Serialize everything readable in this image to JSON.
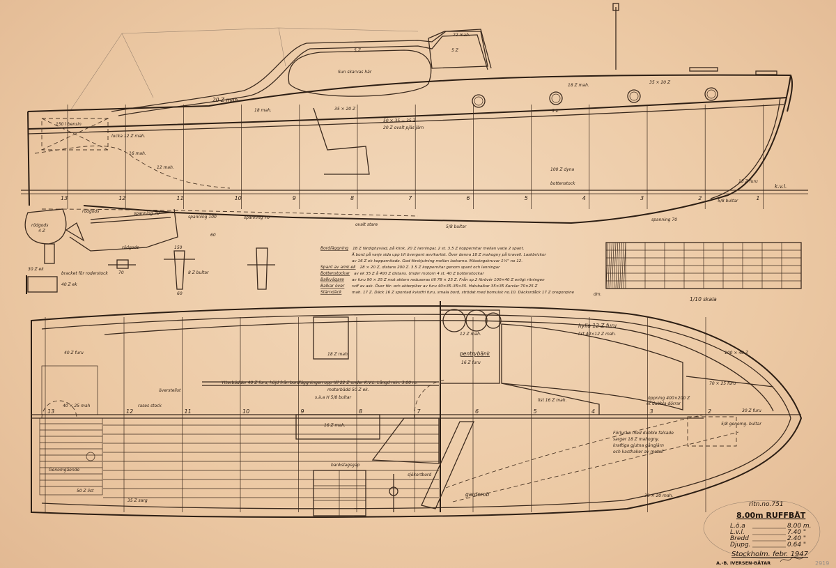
{
  "title_block": {
    "drawing_no": "ritn.no.751",
    "title": "8.00m RUFFBÅT",
    "specs": [
      {
        "label": "L.ö.a",
        "value": "8.00 m."
      },
      {
        "label": "L.v.l.",
        "value": "7.40 \""
      },
      {
        "label": "Bredd",
        "value": "2.40 \""
      },
      {
        "label": "Djupg.",
        "value": "0.64 \""
      }
    ],
    "place_date": "Stockholm. febr. 1947",
    "company": "A.-B. IVERSEN-BÅTAR",
    "archive_no": "2919"
  },
  "scale_label": "1/10 skala",
  "scale_unit": "dm.",
  "spec_notes": [
    {
      "head": "Bordläggning",
      "text": "18 Z färdighyvlad, på klink, 20 Z lanningar, 2 st. 3.5 Z koppernitar mellan varje 2 spant."
    },
    {
      "head": "",
      "text": "Ä bord på varje sida upp till övergent avvikarlist. Över denna 18 Z mahogny på kravell. Laskbrickor"
    },
    {
      "head": "",
      "text": "av 16 Z ek kopparnitade. God förskjutning mellan laskarna. Mässingskruvar 1½\" no 12."
    },
    {
      "head": "Spant av amk.ek",
      "text": "28 × 20 Z, distans 200 Z. 3.5 Z koppernitar genom spant och lanningar"
    },
    {
      "head": "Bottenstockar",
      "text": "av ek 35 Z å 400 Z distans. Under motorn 4 st. 40 Z bottenstockar"
    },
    {
      "head": "Balkvägare",
      "text": "av furu 90 × 25 Z mot aktern reduseras till 78 × 25 Z. Från sp.2 förövér 100×40 Z enligt ritningen"
    },
    {
      "head": "Balkar över",
      "text": "ruff av ask. Över för- och akterpiker av furu 40×35–35×35. Halvbalkar 35×35 Karvlar 70×25 Z"
    },
    {
      "head": "Stärndäck",
      "text": "mah. 17 Z. Däck 16 Z spontad kvistfri furu, smala bord, strödat med bomulsk no.10. Däcksrdåck 17 Z oregonpine"
    }
  ],
  "profile_labels": {
    "cabin_top": "20 Z mah.",
    "window": "5 Z",
    "window_note": "Sun skarvas här",
    "windshield": "22 mah.",
    "windshield_glass": "5 Z",
    "sheer_mah": "18 mah.",
    "rail": "35 × 20 Z",
    "rail2": "18 Z mah.",
    "strake": "50 × 35 − 35 Z",
    "strake2": "20 Z ovalt pjäs järn",
    "porthole": "5 Z",
    "deck_rim": "35 × 20 Z",
    "benzin": "150 l bensin",
    "lucka": "lucka 12 Z mah.",
    "mah16": "16 mah.",
    "mah12": "12 mah.",
    "dyna": "100 Z dyna",
    "bottenstock": "bottenstock",
    "furu": "13 Z furu",
    "kvl": "k.v.l.",
    "rodpads": "rödgods",
    "rodpads2": "4 Z",
    "rodpads3": "rödgods",
    "spanning1": "spanning 70",
    "spanning2": "spanning 100",
    "spanning3": "spanning 70",
    "spanning4": "spanning 70",
    "keel_bottom": "rödgods",
    "bultar": "5/8 bultar",
    "bultar2": "5/8 bultar",
    "ek": "ovalt stare",
    "sixty": "60",
    "dim150": "150",
    "dim60": "60",
    "dim70": "70",
    "bultar8": "8 Z bultar",
    "bracket": "bracket för roderstock",
    "bracket_ek": "40 Z ek",
    "bracket_dim": "30 Z ek"
  },
  "plan_labels": {
    "dim_top": "18 Z mah.",
    "pentry": "pentrybänk",
    "pentry2": "16 Z furu",
    "shelf": "12 Z mah.",
    "hylla": "hylla 12 Z furu",
    "hylla2": "list 40×12 Z mah.",
    "list": "list 16 Z mah.",
    "berth": "Ytterbädder 40 Z furu, höjd från bordläggningen upp till 22 Z under K.V.L. Långd min. 3.00 m.",
    "motorbadd": "motorbädd 50 Z ek.",
    "bultar": "s.à.a H 5/8 bultar",
    "oversta": "överstelist",
    "mah16": "16 Z mah.",
    "bankslag": "bankslagsgap",
    "sjokort": "sjökortbord",
    "garderob": "garderob",
    "forlucka": [
      "Förlucka med dubble falsade",
      "sarger 18 Z mahogny,",
      "kraftiga gjutna gångjärn",
      "och kasthaker av metall"
    ],
    "oppning": [
      "öppning 400×200 Z",
      "et dubbla dörrar"
    ],
    "karvel": "70 × 25 furu",
    "genomg": "5/8 genomg. bultar",
    "furu": "30 Z furu",
    "mah_bottom": "30 × 20 mah.",
    "stern_dim": "40 Z furu",
    "stern_dim2": "40 × 25 mah",
    "stern_rail": "35 Z sarg",
    "stern_list": "50 Z list",
    "reses": "rases stock",
    "genomg2": "Genomgående",
    "mah100": "100 × 40 Z"
  },
  "stations": [
    "13",
    "12",
    "11",
    "10",
    "9",
    "8",
    "7",
    "6",
    "5",
    "4",
    "3",
    "2",
    "1"
  ]
}
